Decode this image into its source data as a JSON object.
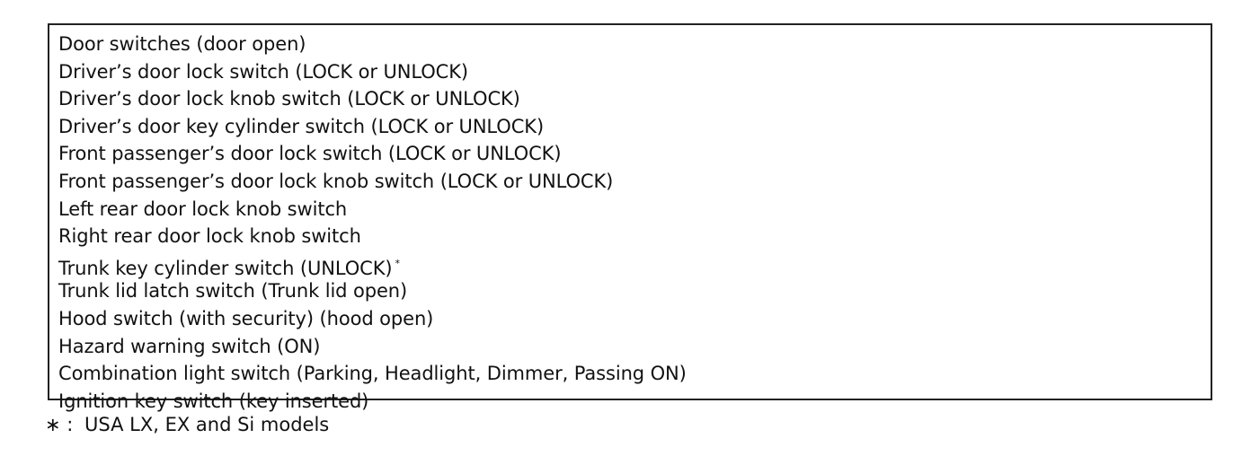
{
  "switch_list": {
    "items": [
      {
        "text": "Door switches (door open)",
        "mark": ""
      },
      {
        "text": "Driver’s door lock switch (LOCK or UNLOCK)",
        "mark": ""
      },
      {
        "text": "Driver’s door lock knob switch (LOCK or UNLOCK)",
        "mark": ""
      },
      {
        "text": "Driver’s door key cylinder switch (LOCK or UNLOCK)",
        "mark": ""
      },
      {
        "text": "Front passenger’s door lock switch (LOCK or UNLOCK)",
        "mark": ""
      },
      {
        "text": "Front passenger’s door lock knob switch (LOCK or UNLOCK)",
        "mark": ""
      },
      {
        "text": "Left rear door lock knob switch",
        "mark": ""
      },
      {
        "text": "Right rear door lock knob switch",
        "mark": ""
      },
      {
        "text": "Trunk key cylinder switch (UNLOCK)",
        "mark": "*"
      },
      {
        "text": "Trunk lid latch switch (Trunk lid open)",
        "mark": ""
      },
      {
        "text": "Hood switch (with security) (hood open)",
        "mark": ""
      },
      {
        "text": "Hazard warning switch (ON)",
        "mark": ""
      },
      {
        "text": "Combination light switch (Parking, Headlight, Dimmer, Passing ON)",
        "mark": ""
      },
      {
        "text": "Ignition key switch (key inserted)",
        "mark": ""
      }
    ]
  },
  "footnote": {
    "mark": "∗ :",
    "text": "USA LX, EX and Si models"
  }
}
